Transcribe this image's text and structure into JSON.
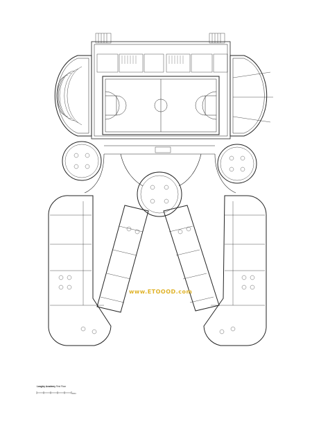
{
  "watermark": "www.ETOOOD.com",
  "caption": {
    "title": "Langley Academy",
    "subtitle": "First Floor"
  },
  "scale_bar": {
    "end_label": "10m"
  },
  "colors": {
    "line": "#222222",
    "watermark": "#e0b32a"
  }
}
